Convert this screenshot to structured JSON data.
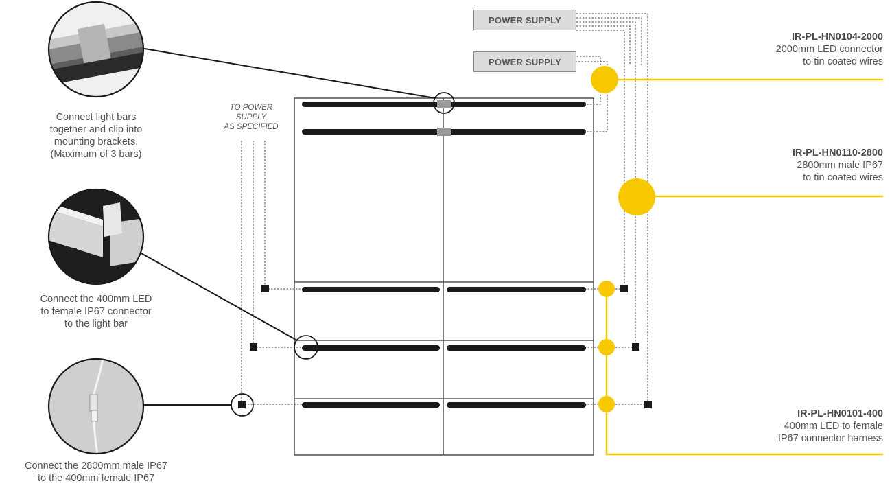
{
  "colors": {
    "accent": "#f7c800",
    "bar": "#1a1a1a",
    "frame": "#333333",
    "connector": "#999999",
    "power_box_fill": "#dcdcdc"
  },
  "power_supplies": [
    {
      "label": "POWER SUPPLY"
    },
    {
      "label": "POWER SUPPLY"
    }
  ],
  "to_power_supply": [
    "TO POWER",
    "SUPPLY",
    "AS SPECIFIED"
  ],
  "notes": {
    "clip": [
      "Connect light bars",
      "together and clip into",
      "mounting brackets.",
      "(Maximum of 3 bars)"
    ],
    "led400": [
      "Connect the 400mm LED",
      "to female IP67 connector",
      "to the light bar"
    ],
    "male2800": [
      "Connect the 2800mm male IP67",
      "to the 400mm female IP67"
    ]
  },
  "products": [
    {
      "code": "IR-PL-HN0104-2000",
      "line1": "2000mm LED connector",
      "line2": "to tin coated wires"
    },
    {
      "code": "IR-PL-HN0110-2800",
      "line1": "2800mm male IP67",
      "line2": "to tin coated wires"
    },
    {
      "code": "IR-PL-HN0101-400",
      "line1": "400mm LED to female",
      "line2": "IP67 connector harness"
    }
  ],
  "icons": {
    "detail1": "bar-clip-photo",
    "detail2": "mounting-bracket-photo",
    "detail3": "ip67-connector-photo"
  }
}
